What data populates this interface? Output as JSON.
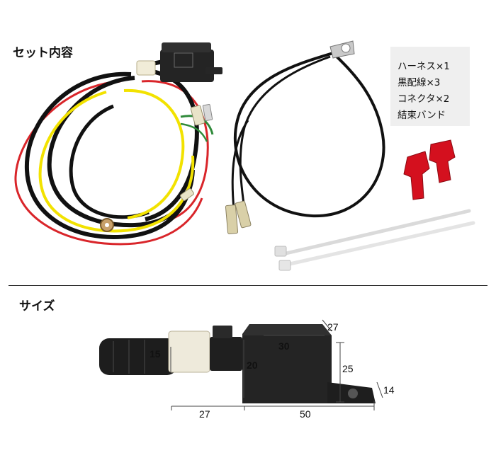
{
  "headings": {
    "set_contents": "セット内容",
    "size": "サイズ"
  },
  "contents_list": [
    "ハーネス×1",
    "黒配線×3",
    "コネクタ×2",
    "結束バンド"
  ],
  "dimensions": {
    "connector_height": "15",
    "relay_depth": "27",
    "relay_width_top": "30",
    "relay_height_side": "20",
    "relay_height": "25",
    "tab_thickness": "14",
    "connector_length": "27",
    "relay_length": "50"
  },
  "colors": {
    "wire_black": "#111111",
    "wire_red": "#d9252a",
    "wire_yellow": "#f2e200",
    "connector_red": "#d4101e",
    "relay_body": "#242424"
  }
}
